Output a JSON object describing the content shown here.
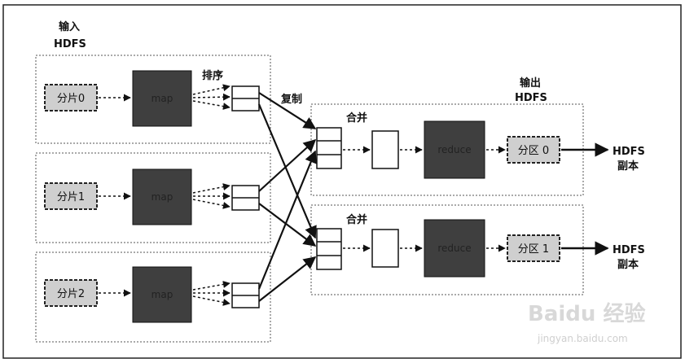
{
  "labels": {
    "input_title": "输入",
    "input_hdfs": "HDFS",
    "sort": "排序",
    "copy": "复制",
    "output_title": "输出",
    "output_hdfs": "HDFS",
    "merge_top": "合并",
    "merge_bottom": "合并"
  },
  "splits": [
    "分片0",
    "分片1",
    "分片2"
  ],
  "map_label": "map",
  "reduce_label": "reduce",
  "partitions": [
    "分区 0",
    "分区 1"
  ],
  "hdfs_replica": {
    "hdfs": "HDFS",
    "replica": "副本"
  },
  "watermark": {
    "brand": "Baidu 经验",
    "url": "jingyan.baidu.com"
  },
  "colors": {
    "dark_box": "#3f3f3f",
    "split_fill": "#cfcfcf",
    "line": "#111111",
    "dashed_border": "#555555"
  }
}
